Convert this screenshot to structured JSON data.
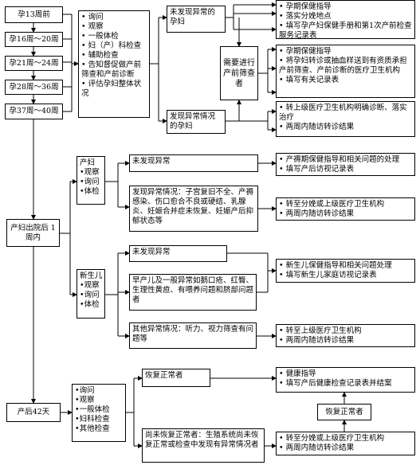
{
  "stages": [
    "孕13周前",
    "孕16周～20周",
    "孕21周～24周",
    "孕28周～36周",
    "孕37周～40周"
  ],
  "prenatal_items": [
    "询问",
    "观察",
    "一般体检",
    "妇（产）科检查",
    "辅助检查",
    "告知督促做产前筛查和产前诊断",
    "评估孕妇整体状况"
  ],
  "prenatal_normal": {
    "label": "未发现异常的孕妇",
    "actions": [
      "孕期保健指导",
      "落实分娩地点",
      "填写孕产妇保健手册和第1次产前检查服务记录表"
    ]
  },
  "prenatal_abnormal": {
    "label": "发现异常情况的孕妇",
    "actions": [
      "转上级医疗卫生机构明确诊断、落实治疗",
      "两周内随访转诊结果"
    ]
  },
  "screening": {
    "label": "需要进行产前筛查者",
    "actions": [
      "孕期保健指导",
      "将孕妇转诊或抽血样送到有资质承担产前筛查、产前诊断的医疗卫生机构",
      "填写有关记录表"
    ]
  },
  "postpartum_1week": "产妇出院后 1周内",
  "mother": {
    "items": [
      "产妇",
      "观察",
      "询问",
      "体检"
    ],
    "normal": {
      "label": "未发现异常",
      "actions": [
        "产褥期保健指导和相关问题的处理",
        "填写产后访视记录表"
      ]
    },
    "abnormal": {
      "label": "发现异常情况：子宫复旧不全、产褥感染、伤口愈合不良或硬结、乳腺炎、妊娠合并症未恢复、妊娠产后抑郁状态等",
      "actions": [
        "转至分娩或上级医疗卫生机构",
        "两周内随访转诊结果"
      ]
    }
  },
  "newborn": {
    "items": [
      "新生儿",
      "观察",
      "询问",
      "体检"
    ],
    "normal": {
      "label": "未发现异常",
      "actions": [
        "新生儿保健指导和相关问题处理",
        "填写新生儿家庭访视记录表"
      ]
    },
    "general": {
      "label": "早产儿及一般异常如鹅口疮、红臀、生理性黄疸、有喂养问题和脐部问题者"
    },
    "other": {
      "label": "其他异常情况：听力、视力筛查有问题等",
      "actions": [
        "转至上级医疗卫生机构",
        "两周内随访转诊结果"
      ]
    }
  },
  "postpartum_42": {
    "stage": "产后42天",
    "items": [
      "询问",
      "观察",
      "一般体检",
      "妇科检查",
      "其他检查"
    ],
    "recovered": {
      "label": "恢复正常者",
      "actions": [
        "健康指导",
        "填写产后健康检查记录表并结案"
      ]
    },
    "recovered_box": "恢复正常者",
    "not_recovered": {
      "label": "尚未恢复正常者：生殖系统尚未恢复正常或检查中发现有异常情况者",
      "actions": [
        "转至分娩或上级医疗卫生机构",
        "两周内随访转诊结果"
      ]
    }
  }
}
